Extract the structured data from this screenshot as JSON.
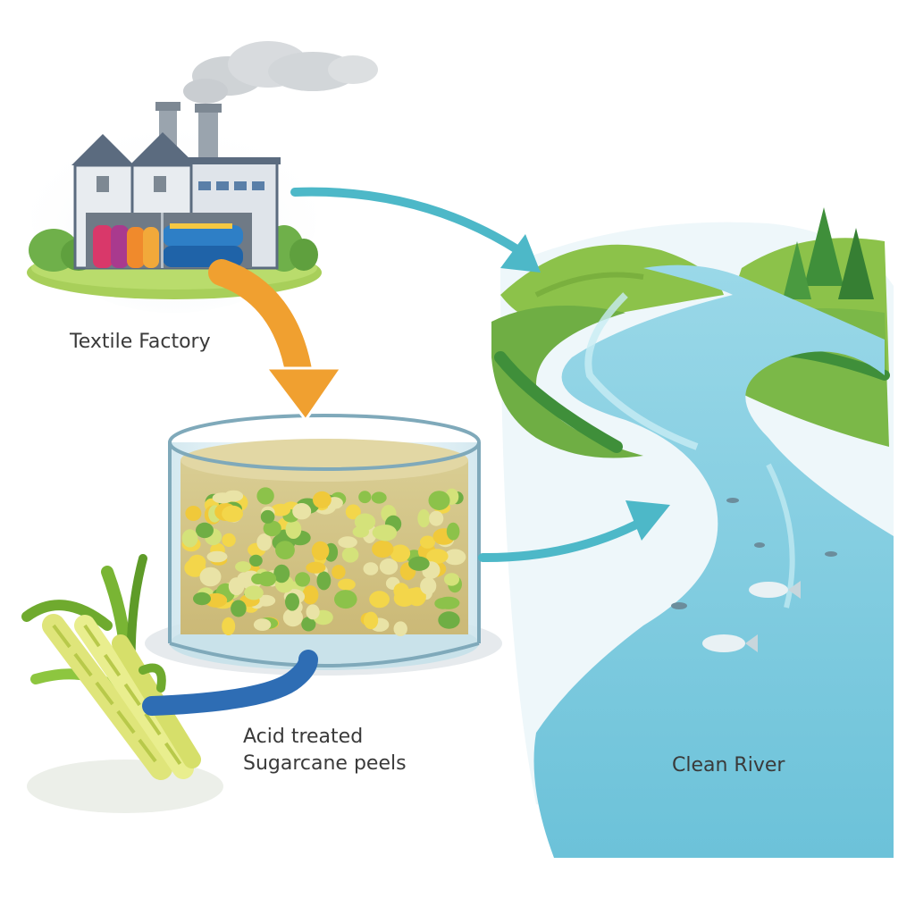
{
  "labels": {
    "factory": "Textile Factory",
    "peels_line1": "Acid treated",
    "peels_line2": "Sugarcane peels",
    "river": "Clean River"
  },
  "colors": {
    "arrow_orange": "#f0a030",
    "arrow_teal": "#4db8c8",
    "arrow_blue": "#2e6db4",
    "river_water": "#8fd3e6",
    "grass_green": "#8cc24a",
    "tree_green": "#3f8f3a",
    "factory_wall": "#dfe4ea",
    "factory_roof": "#5b6b7f",
    "tank_glass": "#d7ecf2",
    "liquid": "#d8c98a"
  },
  "icons": [
    "factory-icon",
    "smoke-cloud-icon",
    "tank-icon",
    "sugarcane-icon",
    "river-icon",
    "fish-icon",
    "tree-icon"
  ]
}
